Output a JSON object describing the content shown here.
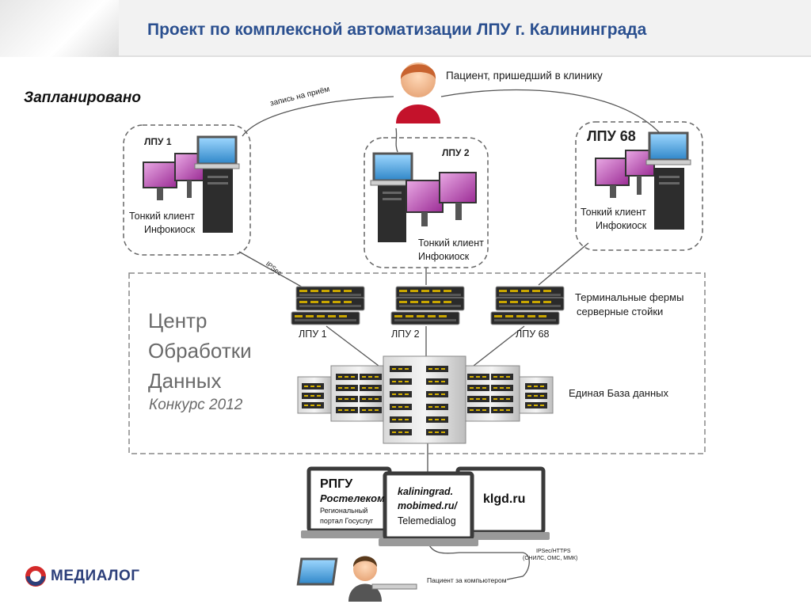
{
  "header": {
    "title": "Проект по комплексной автоматизации ЛПУ г. Калининграда"
  },
  "status_label": "Запланировано",
  "patient": {
    "label": "Пациент, пришедший в клинику",
    "appointment_label": "запись на приём"
  },
  "clinics": [
    {
      "title": "ЛПУ 1",
      "line1": "Тонкий клиент",
      "line2": "Инфокиоск"
    },
    {
      "title": "ЛПУ 2",
      "line1": "Тонкий клиент",
      "line2": "Инфокиоск"
    },
    {
      "title": "ЛПУ 68",
      "line1": "Тонкий клиент",
      "line2": "Инфокиоск"
    }
  ],
  "link_label_ipsec": "IPSec",
  "data_center": {
    "title": "Центр\nОбработки\nДанных",
    "contest": "Конкурс 2012",
    "server_labels": [
      "ЛПУ 1",
      "ЛПУ 2",
      "ЛПУ 68"
    ],
    "terminal_farms_line1": "Терминальные фермы",
    "terminal_farms_line2": "серверные стойки",
    "database_label": "Единая База данных"
  },
  "portals": {
    "rpgu": {
      "title": "РПГУ",
      "subtitle": "Ростелеком",
      "line1": "Региональный",
      "line2": "портал Госуслуг"
    },
    "mobimed": {
      "line1": "kaliningrad.",
      "line2": "mobimed.ru/",
      "line3": "Telemedialog"
    },
    "klgd": {
      "title": "klgd.ru"
    }
  },
  "remote": {
    "protocol_line1": "IPSec/HTTPS",
    "protocol_line2": "(СНИЛС, ОМС, ММК)",
    "user_label": "Пациент за компьютером"
  },
  "logo": {
    "text": "МЕДИАЛОГ"
  },
  "colors": {
    "title_blue": "#2a4f8f",
    "monitor_purple": "#c23fb8",
    "screen_blue": "#3aa0e0",
    "server_dark": "#2a2a2a",
    "patient_red": "#c4122b",
    "logo_red": "#d42a2a",
    "logo_blue": "#2c3f7a"
  }
}
